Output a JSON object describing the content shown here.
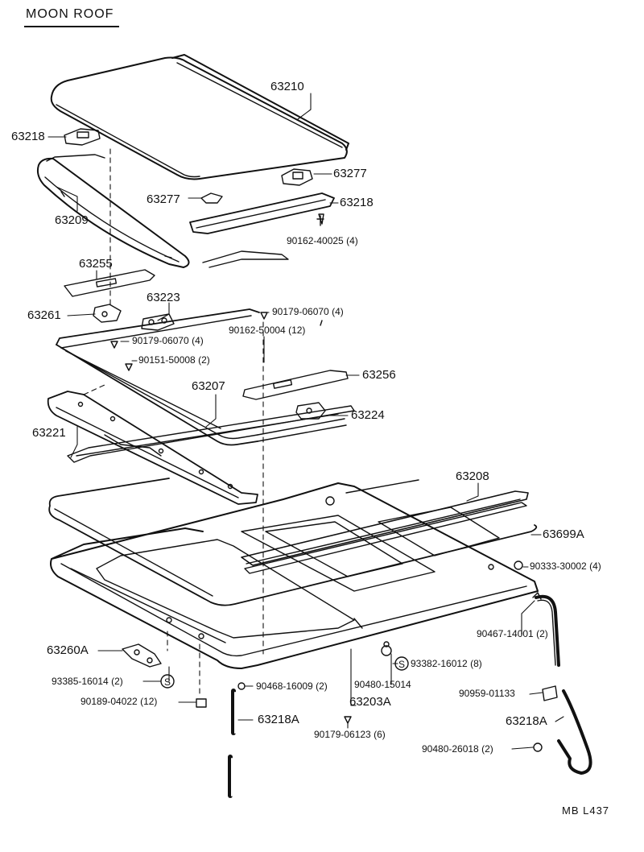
{
  "title": "MOON ROOF",
  "code": "MB  L437",
  "s_mark": "S",
  "labels": {
    "p63210": "63210",
    "p63218_top": "63218",
    "p63277_right": "63277",
    "p63277_left": "63277",
    "p63218_right": "63218",
    "p63209": "63209",
    "p90162_40025": "90162-40025 (4)",
    "p63255": "63255",
    "p63261": "63261",
    "p63223": "63223",
    "p90179_06070_top": "90179-06070 (4)",
    "p90162_50004": "90162-50004 (12)",
    "p90179_06070_mid": "90179-06070 (4)",
    "p90151_50008": "90151-50008 (2)",
    "p63256": "63256",
    "p63207": "63207",
    "p63224": "63224",
    "p63221": "63221",
    "p63208": "63208",
    "p63699A": "63699A",
    "p90333_30002": "90333-30002 (4)",
    "p90467_14001": "90467-14001 (2)",
    "p63260A": "63260A",
    "p93382_16012": "93382-16012 (8)",
    "p93385_16014": "93385-16014 (2)",
    "p90468_16009": "90468-16009 (2)",
    "p90480_15014": "90480-15014",
    "p63203A": "63203A",
    "p90189_04022": "90189-04022 (12)",
    "p63218A_left": "63218A",
    "p90959_01133": "90959-01133",
    "p63218A_right": "63218A",
    "p90179_06123": "90179-06123 (6)",
    "p90480_26018": "90480-26018 (2)"
  }
}
